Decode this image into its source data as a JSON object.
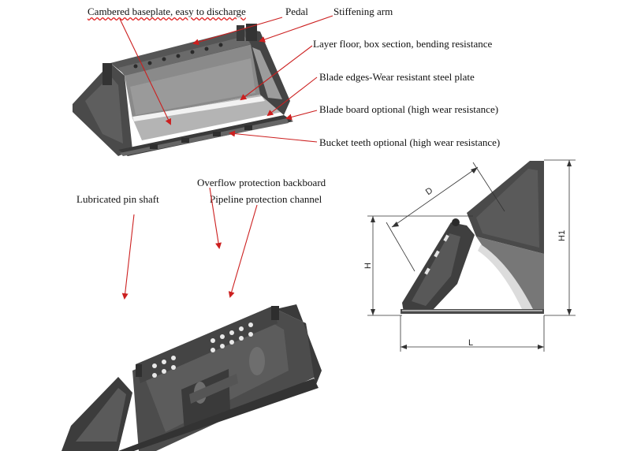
{
  "labels": {
    "cambered_baseplate": "Cambered baseplate, easy to discharge",
    "pedal": "Pedal",
    "stiffening_arm": "Stiffening arm",
    "layer_floor": "Layer floor, box section, bending resistance",
    "blade_edges": "Blade edges-Wear resistant steel plate",
    "blade_board": "Blade board optional (high wear resistance)",
    "bucket_teeth": "Bucket teeth optional (high wear resistance)",
    "overflow_backboard": "Overflow protection backboard",
    "pipeline_channel": "Pipeline protection channel",
    "lubricated_pin": "Lubricated pin shaft"
  },
  "dimensions": {
    "d": "D",
    "h": "H",
    "h1": "H1",
    "l": "L"
  },
  "colors": {
    "arrow": "#cc1f1f",
    "steel_dark": "#3d3d3d",
    "steel_mid": "#5a5a5a",
    "steel_light": "#8a8a8a",
    "dim_line": "#333333"
  }
}
